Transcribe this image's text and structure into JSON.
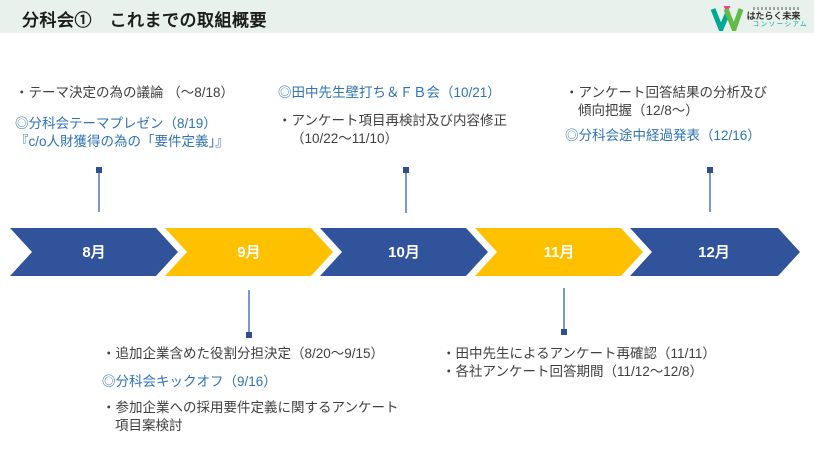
{
  "header": {
    "title": "分科会①　これまでの取組概要",
    "logo": {
      "name": "はたらく未来",
      "subtitle": "コンソーシアム"
    }
  },
  "timeline": {
    "months": [
      {
        "label": "8月",
        "color": "#31539B"
      },
      {
        "label": "9月",
        "color": "#FFC000"
      },
      {
        "label": "10月",
        "color": "#31539B"
      },
      {
        "label": "11月",
        "color": "#FFC000"
      },
      {
        "label": "12月",
        "color": "#31539B"
      }
    ]
  },
  "annotations": {
    "august": {
      "line1": "・テーマ決定の為の議論 （〜8/18）",
      "line2": "◎分科会テーマプレゼン（8/19）",
      "line3": "『c/o人財獲得の為の「要件定義」』"
    },
    "october": {
      "line1": "◎田中先生壁打ち＆ＦＢ会（10/21）",
      "line2": "・アンケート項目再検討及び内容修正",
      "line3": "（10/22〜11/10）"
    },
    "december": {
      "line1": "・アンケート回答結果の分析及び",
      "line2": "傾向把握（12/8〜）",
      "line3": "◎分科会途中経過発表（12/16）"
    },
    "september": {
      "line1": "・追加企業含めた役割分担決定（8/20〜9/15）",
      "line2": "◎分科会キックオフ（9/16）",
      "line3": "・参加企業への採用要件定義に関するアンケート",
      "line4": "項目案検討"
    },
    "november": {
      "line1": "・田中先生によるアンケート再確認（11/11）",
      "line2": "・各社アンケート回答期間（11/12〜12/8）"
    }
  },
  "colors": {
    "chevron_blue": "#31539B",
    "chevron_yellow": "#FFC000",
    "highlight_text": "#2E74B5",
    "body_text": "#3F3F3F",
    "header_background": "#E9F1ED",
    "connector_line": "#7C97CC",
    "connector_dot": "#2E4E8F"
  }
}
